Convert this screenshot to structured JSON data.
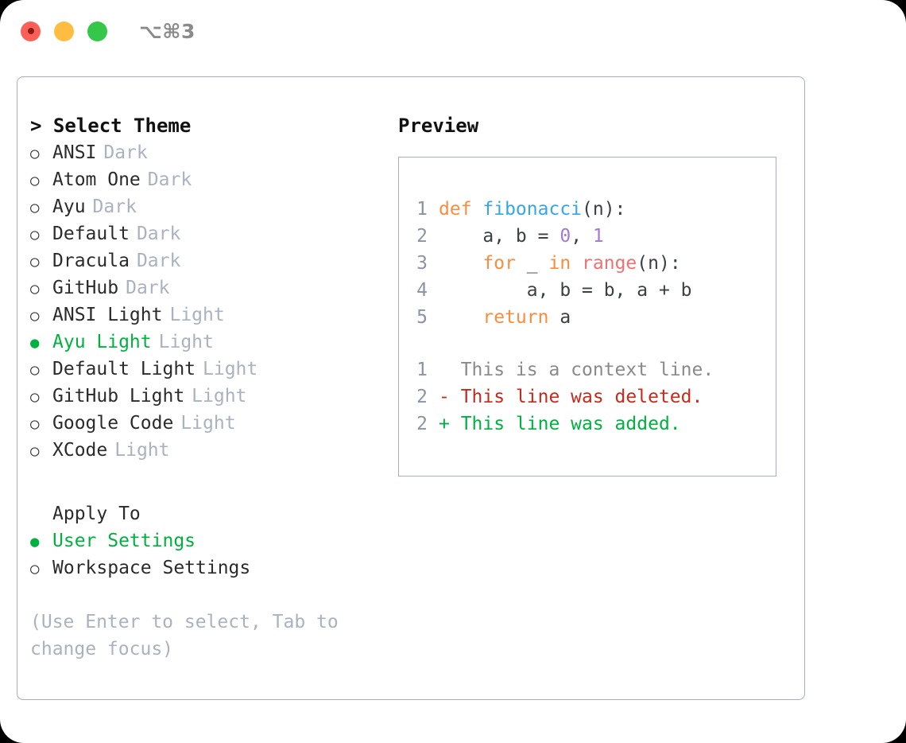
{
  "titlebar": {
    "shortcut": "⌥⌘3",
    "buttons": [
      "close",
      "minimize",
      "maximize"
    ]
  },
  "left": {
    "heading": "> Select Theme",
    "themes": [
      {
        "marker": "○",
        "name": "ANSI",
        "tag": "Dark",
        "selected": false
      },
      {
        "marker": "○",
        "name": "Atom One",
        "tag": "Dark",
        "selected": false
      },
      {
        "marker": "○",
        "name": "Ayu",
        "tag": "Dark",
        "selected": false
      },
      {
        "marker": "○",
        "name": "Default",
        "tag": "Dark",
        "selected": false
      },
      {
        "marker": "○",
        "name": "Dracula",
        "tag": "Dark",
        "selected": false
      },
      {
        "marker": "○",
        "name": "GitHub",
        "tag": "Dark",
        "selected": false
      },
      {
        "marker": "○",
        "name": "ANSI Light",
        "tag": "Light",
        "selected": false
      },
      {
        "marker": "●",
        "name": "Ayu Light",
        "tag": "Light",
        "selected": true
      },
      {
        "marker": "○",
        "name": "Default Light",
        "tag": "Light",
        "selected": false
      },
      {
        "marker": "○",
        "name": "GitHub Light",
        "tag": "Light",
        "selected": false
      },
      {
        "marker": "○",
        "name": "Google Code",
        "tag": "Light",
        "selected": false
      },
      {
        "marker": "○",
        "name": "XCode",
        "tag": "Light",
        "selected": false
      }
    ],
    "apply_to_label": "Apply To",
    "apply_to": [
      {
        "marker": "●",
        "name": "User Settings",
        "selected": true
      },
      {
        "marker": "○",
        "name": "Workspace Settings",
        "selected": false
      }
    ],
    "hint": "(Use Enter to select, Tab to change focus)"
  },
  "right": {
    "preview_title": "Preview",
    "code_lines": [
      {
        "no": "1",
        "tokens": [
          {
            "t": "def ",
            "c": "kw"
          },
          {
            "t": "fibonacci",
            "c": "fn"
          },
          {
            "t": "(n):",
            "c": "txt"
          }
        ]
      },
      {
        "no": "2",
        "tokens": [
          {
            "t": "    a, b = ",
            "c": "txt"
          },
          {
            "t": "0",
            "c": "num"
          },
          {
            "t": ", ",
            "c": "txt"
          },
          {
            "t": "1",
            "c": "num"
          }
        ]
      },
      {
        "no": "3",
        "tokens": [
          {
            "t": "    ",
            "c": "txt"
          },
          {
            "t": "for",
            "c": "kw"
          },
          {
            "t": " _ ",
            "c": "txt"
          },
          {
            "t": "in",
            "c": "kw"
          },
          {
            "t": " ",
            "c": "txt"
          },
          {
            "t": "range",
            "c": "bi"
          },
          {
            "t": "(n):",
            "c": "txt"
          }
        ]
      },
      {
        "no": "4",
        "tokens": [
          {
            "t": "        a, b = b, a + b",
            "c": "txt"
          }
        ]
      },
      {
        "no": "5",
        "tokens": [
          {
            "t": "    ",
            "c": "txt"
          },
          {
            "t": "return",
            "c": "kw"
          },
          {
            "t": " a",
            "c": "txt"
          }
        ]
      }
    ],
    "diff_lines": [
      {
        "no": "1",
        "tokens": [
          {
            "t": "  This is a context line.",
            "c": "ctx"
          }
        ]
      },
      {
        "no": "2",
        "tokens": [
          {
            "t": "- This line was deleted.",
            "c": "del"
          }
        ]
      },
      {
        "no": "2",
        "tokens": [
          {
            "t": "+ This line was added.",
            "c": "add"
          }
        ]
      }
    ]
  },
  "colors": {
    "accent_green": "#00b140",
    "muted": "#aab2c0",
    "border": "#a6aebb",
    "keyword": "#fa8d3e",
    "function": "#35a7e8",
    "number": "#a37acc",
    "builtin": "#f07171",
    "diff_delete": "#c42b1c",
    "diff_add": "#00b140"
  }
}
